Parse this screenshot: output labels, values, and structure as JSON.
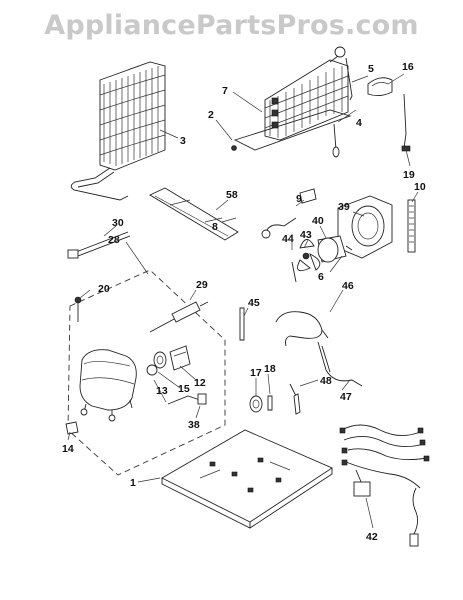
{
  "watermark": "AppliancePartsPros.com",
  "callouts": [
    "1",
    "2",
    "3",
    "4",
    "5",
    "6",
    "7",
    "8",
    "9",
    "10",
    "12",
    "13",
    "14",
    "15",
    "16",
    "17",
    "18",
    "19",
    "20",
    "28",
    "29",
    "30",
    "38",
    "39",
    "40",
    "42",
    "43",
    "44",
    "45",
    "46",
    "47",
    "48",
    "58"
  ]
}
